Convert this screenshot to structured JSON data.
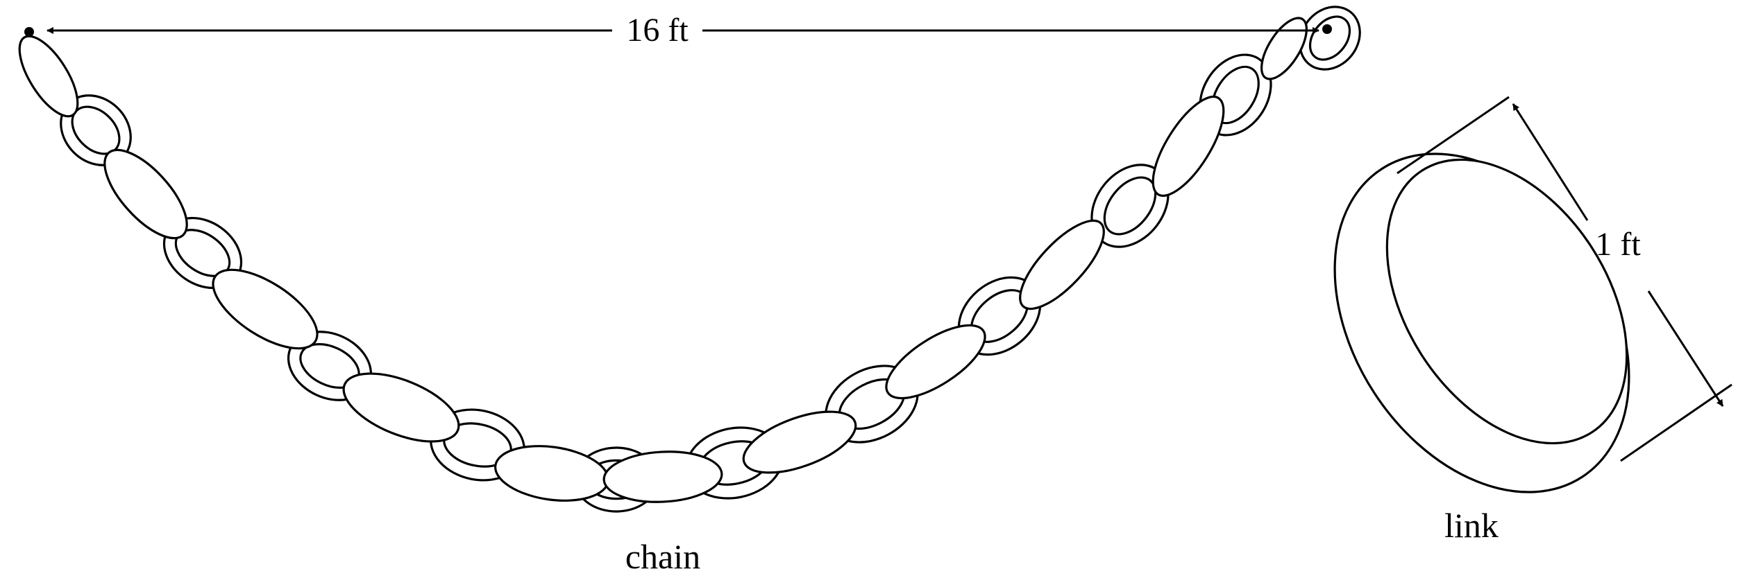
{
  "diagram": {
    "span_label": "16 ft",
    "link_length_label": "1 ft",
    "chain_caption": "chain",
    "link_caption": "link",
    "stroke_color": "#000000",
    "background_color": "#ffffff"
  }
}
